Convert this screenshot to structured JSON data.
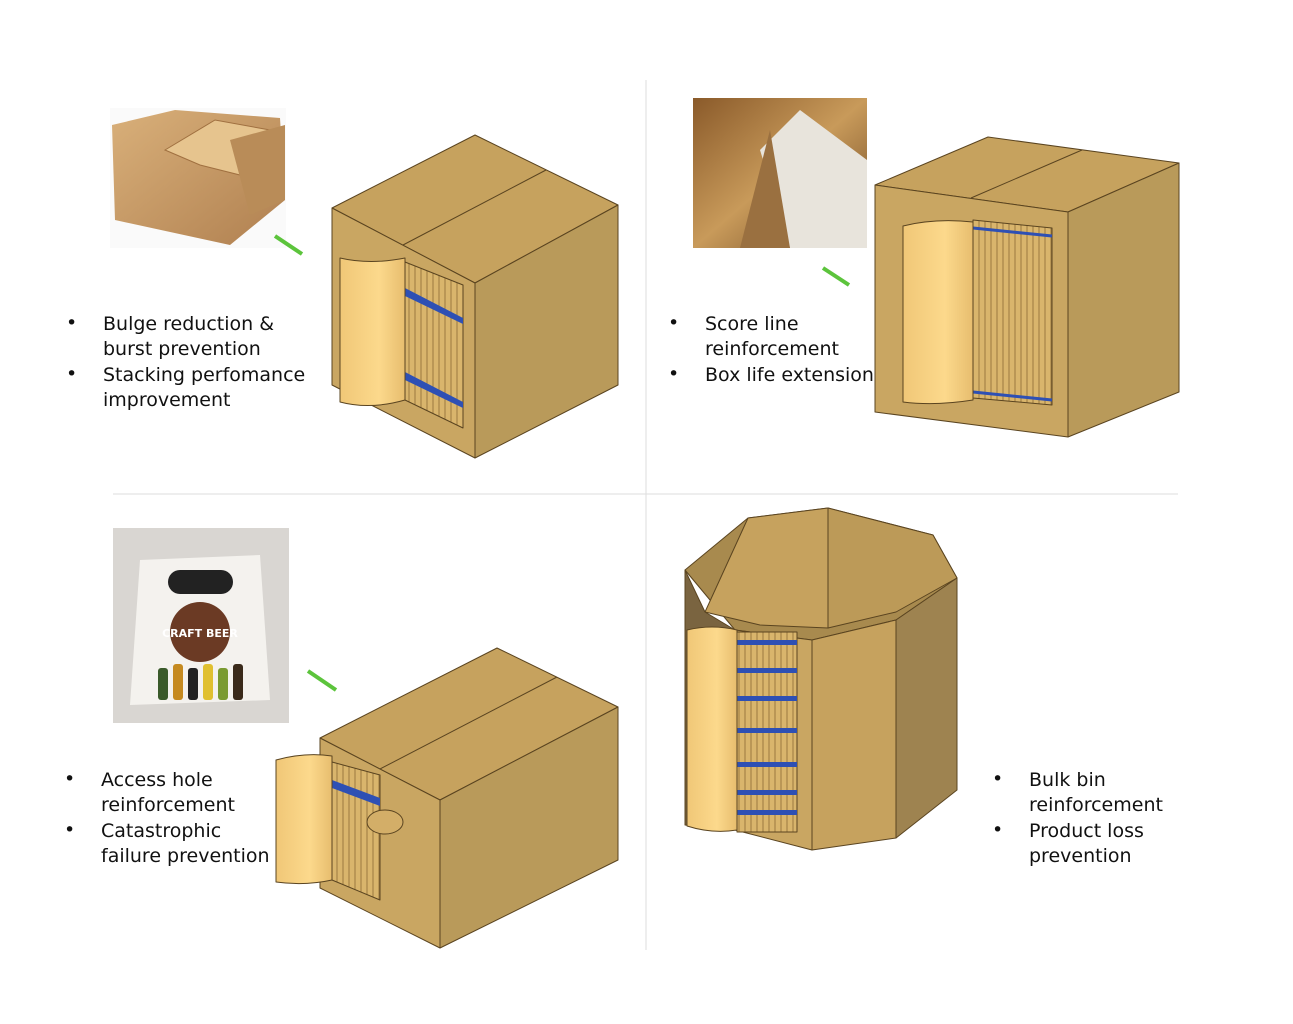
{
  "colors": {
    "box_top": "#c6a25e",
    "box_front": "#c9a662",
    "box_side": "#b99a5a",
    "flap": "#f8d283",
    "tape": "#2e50b4",
    "arrow": "#5cc43c",
    "divider": "#dddddd"
  },
  "quadrants": [
    {
      "id": "bulge",
      "bullets": [
        [
          "Bulge reduction &",
          "burst prevention"
        ],
        [
          "Stacking perfomance",
          "improvement"
        ]
      ]
    },
    {
      "id": "score",
      "bullets": [
        [
          "Score line",
          "reinforcement"
        ],
        [
          "Box life extension"
        ]
      ]
    },
    {
      "id": "access",
      "bullets": [
        [
          "Access hole",
          "reinforcement"
        ],
        [
          "Catastrophic",
          "failure prevention"
        ]
      ]
    },
    {
      "id": "bin",
      "bullets": [
        [
          "Bulk bin",
          "reinforcement"
        ],
        [
          "Product loss",
          "prevention"
        ]
      ]
    }
  ],
  "photo_label": {
    "brand": "CRAFT BEER"
  },
  "bullet_glyph": "•"
}
